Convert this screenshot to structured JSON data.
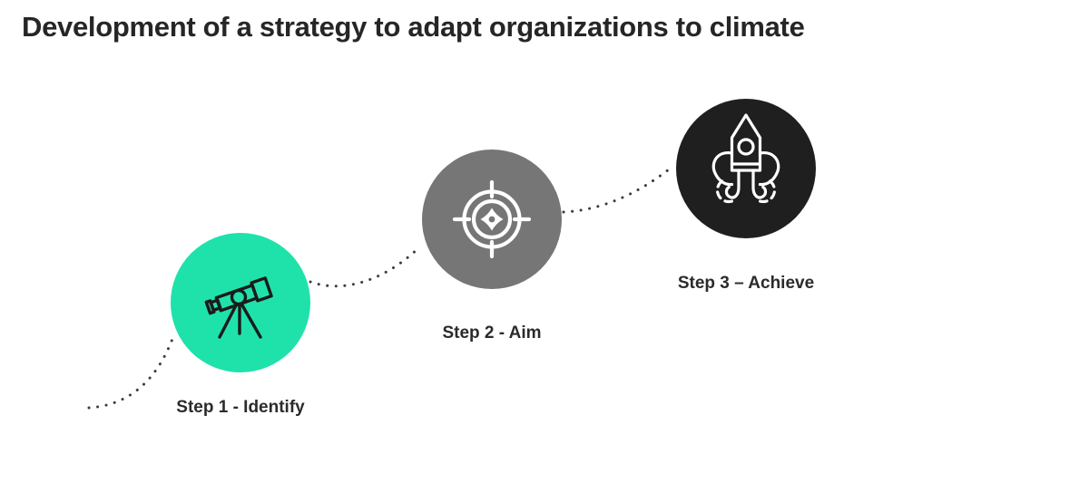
{
  "title": "Development of a strategy to adapt organizations to climate",
  "background_color": "#ffffff",
  "title_color": "#262626",
  "label_color": "#2b2b2b",
  "connector": {
    "style": "dotted",
    "color": "#3d3d3d"
  },
  "steps": [
    {
      "label": "Step 1 - Identify",
      "icon": "telescope-icon",
      "circle_color": "#1fe2ab",
      "icon_color": "#1b1b1b"
    },
    {
      "label": "Step 2 - Aim",
      "icon": "target-icon",
      "circle_color": "#767676",
      "icon_color": "#ffffff"
    },
    {
      "label": "Step 3 – Achieve",
      "icon": "rocket-icon",
      "circle_color": "#1f1f1f",
      "icon_color": "#ffffff"
    }
  ]
}
